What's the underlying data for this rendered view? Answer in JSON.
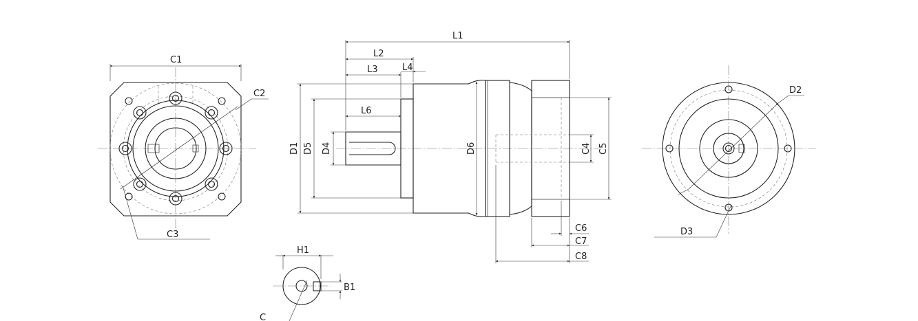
{
  "labels": {
    "c1": "C1",
    "c2": "C2",
    "c3": "C3",
    "l1": "L1",
    "l2": "L2",
    "l3": "L3",
    "l4": "L4",
    "l6": "L6",
    "d1": "D1",
    "d5": "D5",
    "d4": "D4",
    "d6": "D6",
    "c4": "C4",
    "c5": "C5",
    "c6": "C6",
    "c7": "C7",
    "c8": "C8",
    "d2": "D2",
    "d3": "D3",
    "h1": "H1",
    "b1": "B1",
    "c": "C"
  },
  "colors": {
    "line": "#222222",
    "center_line": "#777777",
    "background": "#ffffff"
  }
}
